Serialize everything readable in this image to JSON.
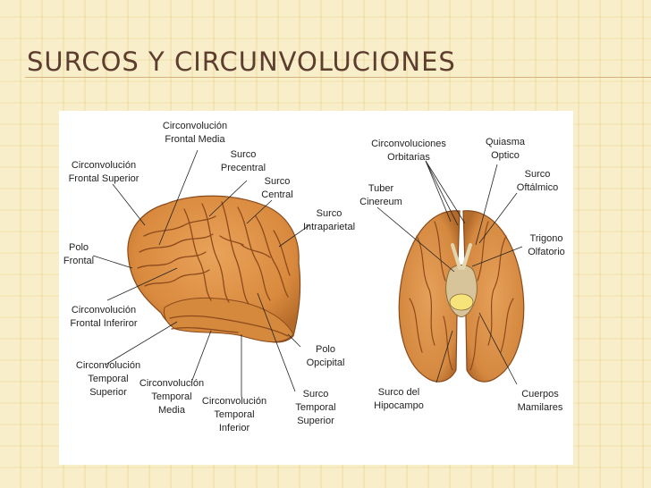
{
  "slide": {
    "title": "SURCOS Y CIRCUNVOLUCIONES"
  },
  "labels": {
    "circ_frontal_media": "Circonvolución\nFrontal Media",
    "circ_frontal_superior": "Circonvolución\nFrontal Superior",
    "surco_precentral": "Surco\nPrecentral",
    "surco_central": "Surco\nCentral",
    "surco_intraparietal": "Surco\nIntraparietal",
    "polo_frontal": "Polo\nFrontal",
    "circ_frontal_inferior": "Circonvolución\nFrontal Inferiror",
    "polo_occipital": "Polo\nOpcipital",
    "circ_temporal_superior": "Circonvolución\nTemporal\nSuperior",
    "circ_temporal_media": "Circonvolución\nTemporal\nMedia",
    "circ_temporal_inferior": "Circonvolución\nTemporal\nInferior",
    "surco_temporal_superior": "Surco\nTemporal\nSuperior",
    "circ_orbitarias": "Circonvoluciones\nOrbitarias",
    "quiasma_optico": "Quiasma\nOptico",
    "surco_oftalmico": "Surco\nOftálmico",
    "tuber_cinereum": "Tuber\nCinereum",
    "trigono_olfatorio": "Trigono\nOlfatorio",
    "surco_hipocampo": "Surco del\nHipocampo",
    "cuerpos_mamilares": "Cuerpos\nMamilares"
  }
}
